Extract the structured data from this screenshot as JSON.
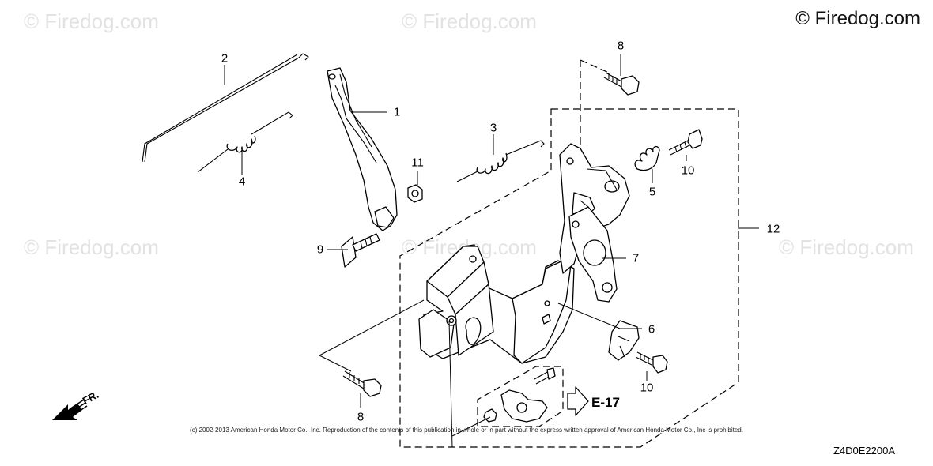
{
  "watermark": {
    "text": "© Firedog.com"
  },
  "copyright": "© Firedog.com",
  "callouts": {
    "p1": "1",
    "p2": "2",
    "p3": "3",
    "p4": "4",
    "p5": "5",
    "p6": "6",
    "p7": "7",
    "p8a": "8",
    "p8b": "8",
    "p9": "9",
    "p10a": "10",
    "p10b": "10",
    "p11": "11",
    "p12": "12"
  },
  "reference": "E-17",
  "direction": "FR.",
  "footer": "(c) 2002-2013 American Honda Motor Co., Inc. Reproduction of the contents of this publication in whole or in part without the express written approval of American Honda Motor Co., Inc is prohibited.",
  "diagram_code": "Z4D0E2200A"
}
